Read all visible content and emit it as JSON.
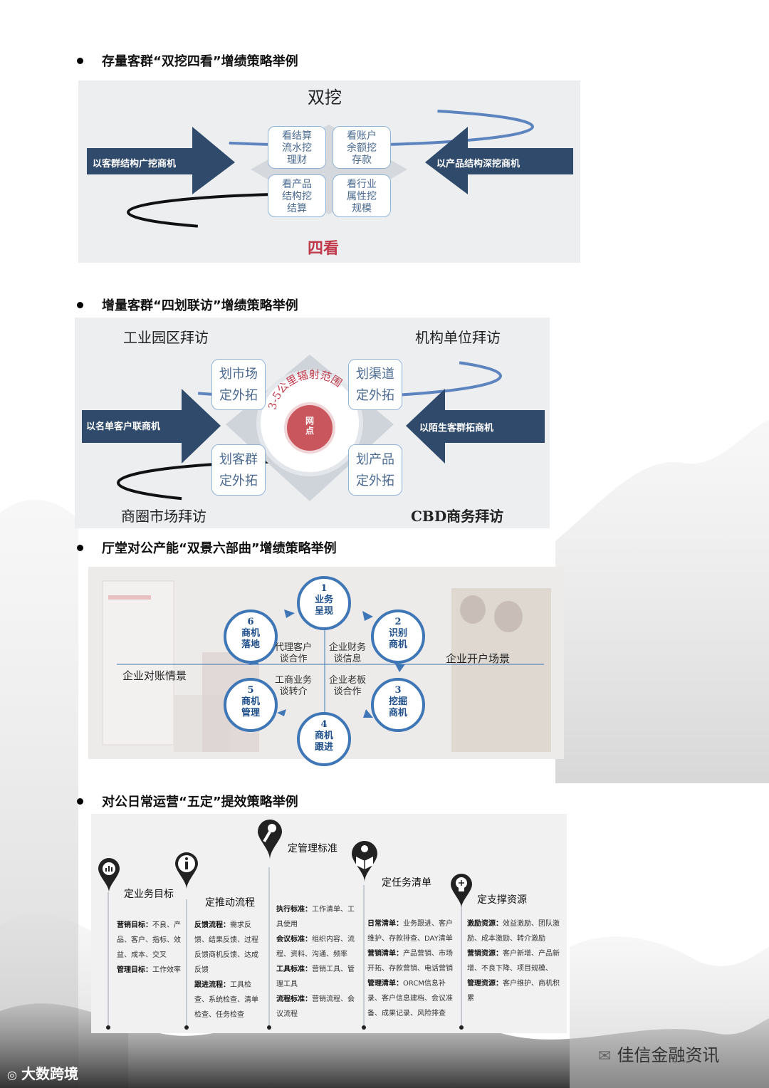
{
  "sections": [
    {
      "title": "存量客群“双挖四看”增绩策略举例"
    },
    {
      "title": "增量客群“四划联访”增绩策略举例"
    },
    {
      "title": "厅堂对公产能“双景六部曲”增绩策略举例"
    },
    {
      "title": "对公日常运营“五定”提效策略举例"
    }
  ],
  "diagram1": {
    "top_label": "双挖",
    "bottom_label": "四看",
    "left_arrow": "以客群结构广挖商机",
    "right_arrow": "以产品结构深挖商机",
    "boxes": [
      {
        "lines": [
          "看结算",
          "流水挖",
          "理财"
        ]
      },
      {
        "lines": [
          "看账户",
          "余额挖",
          "存款"
        ]
      },
      {
        "lines": [
          "看产品",
          "结构挖",
          "结算"
        ]
      },
      {
        "lines": [
          "看行业",
          "属性挖",
          "规模"
        ]
      }
    ]
  },
  "diagram2": {
    "top_left": "工业园区拜访",
    "top_right": "机构单位拜访",
    "bottom_left": "商圈市场拜访",
    "bottom_right": "CBD商务拜访",
    "left_arrow": "以名单客户联商机",
    "right_arrow": "以陌生客群拓商机",
    "ring_text": "3-5公里辐射范围",
    "center_lines": [
      "网",
      "点"
    ],
    "boxes": [
      {
        "lines": [
          "划市场",
          "定外拓"
        ]
      },
      {
        "lines": [
          "划渠道",
          "定外拓"
        ]
      },
      {
        "lines": [
          "划客群",
          "定外拓"
        ]
      },
      {
        "lines": [
          "划产品",
          "定外拓"
        ]
      }
    ]
  },
  "diagram3": {
    "left_scene": "企业对账情景",
    "right_scene": "企业开户场景",
    "nodes": [
      {
        "num": "1",
        "lines": [
          "业务",
          "呈现"
        ]
      },
      {
        "num": "2",
        "lines": [
          "识别",
          "商机"
        ]
      },
      {
        "num": "3",
        "lines": [
          "挖掘",
          "商机"
        ]
      },
      {
        "num": "4",
        "lines": [
          "商机",
          "跟进"
        ]
      },
      {
        "num": "5",
        "lines": [
          "商机",
          "管理"
        ]
      },
      {
        "num": "6",
        "lines": [
          "商机",
          "落地"
        ]
      }
    ],
    "inner": [
      {
        "lines": [
          "代理客户",
          "谈合作"
        ]
      },
      {
        "lines": [
          "企业财务",
          "谈信息"
        ]
      },
      {
        "lines": [
          "工商业务",
          "谈转介"
        ]
      },
      {
        "lines": [
          "企业老板",
          "谈合作"
        ]
      }
    ]
  },
  "diagram4": {
    "columns": [
      {
        "head": "定业务目标",
        "icon": "chart-magnifier-icon",
        "items": [
          {
            "k": "营销目标：",
            "v": "不良、产品、客户、指标、效益、成本、交叉"
          },
          {
            "k": "管理目标：",
            "v": "工作效率"
          }
        ]
      },
      {
        "head": "定推动流程",
        "icon": "info-icon",
        "items": [
          {
            "k": "反馈流程：",
            "v": "需求反馈、结果反馈、过程反馈商机反馈、达成反馈"
          },
          {
            "k": "跟进流程：",
            "v": "工具检查、系统检查、清单检查、任务检查"
          }
        ]
      },
      {
        "head": "定管理标准",
        "icon": "key-icon",
        "items": [
          {
            "k": "执行标准：",
            "v": "工作清单、工具使用"
          },
          {
            "k": "会议标准：",
            "v": "组织内容、流程、资料、沟通、频率"
          },
          {
            "k": "工具标准：",
            "v": "营销工具、管理工具"
          },
          {
            "k": "流程标准：",
            "v": "营销流程、会议流程"
          }
        ]
      },
      {
        "head": "定任务清单",
        "icon": "reader-icon",
        "items": [
          {
            "k": "日常清单：",
            "v": "业务跟进、客户维护、存款排查、DAY清单"
          },
          {
            "k": "营销清单：",
            "v": "产品营销、市场开拓、存款营销、电话营销"
          },
          {
            "k": "管理清单：",
            "v": "ORCM信息补录、客户信息建档、会议准备、成果记录、风险排查"
          }
        ]
      },
      {
        "head": "定支撑资源",
        "icon": "lightbulb-icon",
        "items": [
          {
            "k": "激励资源：",
            "v": "效益激励、团队激励、成本激励、转介激励"
          },
          {
            "k": "营销资源：",
            "v": "客户新增、产品新增、不良下降、项目规模、"
          },
          {
            "k": "管理资源：",
            "v": "客户维护、商机积累"
          }
        ]
      }
    ]
  },
  "footer": {
    "left_logo": "大数跨境",
    "right_logo": "佳信金融资讯"
  }
}
